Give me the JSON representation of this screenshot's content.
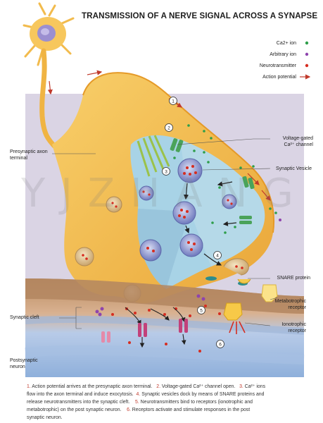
{
  "title": "TRANSMISSION OF A NERVE SIGNAL ACROSS A SYNAPSE",
  "legend": [
    {
      "label": "Ca2+ ion",
      "color": "#2e9e4a",
      "symbol": "dot"
    },
    {
      "label": "Arbitrary ion",
      "color": "#8e44ad",
      "symbol": "dot"
    },
    {
      "label": "Neurotransmitter",
      "color": "#d62d20",
      "symbol": "dot"
    },
    {
      "label": "Action potential",
      "color": "#c0392b",
      "symbol": "arrow"
    }
  ],
  "labels": {
    "presynaptic": [
      "Presynaptic axon",
      "terminal"
    ],
    "vgcc": [
      "Voltage-gated",
      "Ca²⁺ channel"
    ],
    "vesicle": "Synaptic Vesicle",
    "snare": "SNARE protein",
    "metabotropic": [
      "Metabotrophic",
      "receptor"
    ],
    "ionotropic": [
      "Ionotrophic",
      "receptor"
    ],
    "cleft": "Synaptic cleft",
    "postsynaptic": [
      "Postsynaptic",
      "neuron"
    ]
  },
  "step_numbers": [
    "1",
    "2",
    "3",
    "4",
    "5",
    "6"
  ],
  "watermark": "YJZHANG",
  "captions": {
    "line1": {
      "n1": "1.",
      "t1": " Action potential arrives at the presynaptic axon terminal.",
      "n2": "2.",
      "t2": " Voltage-gated Ca²⁺ channel open.",
      "n3": "3.",
      "t3": " Ca²⁺ ions"
    },
    "line2": {
      "t1": "flow into the axon terminal and induce exocytosis.",
      "n4": "4.",
      "t4": " Synaptic vesicles dock by means of SNARE proteins and"
    },
    "line3": {
      "t1": "release neurotransmitters into the synaptic cleft.",
      "n5": "5.",
      "t5": " Neurotransmitters bind to receptors (ionotrophic and"
    },
    "line4": {
      "t1": "metabotrophic) on the post synaptic neuron.",
      "n6": "6.",
      "t6": " Receptors activate and stimulate responses in the post"
    },
    "line5": {
      "t1": "synaptic neuron."
    }
  },
  "colors": {
    "axon": "#f3b94b",
    "axon_dark": "#e09a2a",
    "cytoplasm": "#a9d4e6",
    "vesicle": "#7c86c4",
    "background_panel": "#d9d3e3",
    "postsynaptic": "#c9dcef",
    "cleft": "#b78a5e"
  }
}
